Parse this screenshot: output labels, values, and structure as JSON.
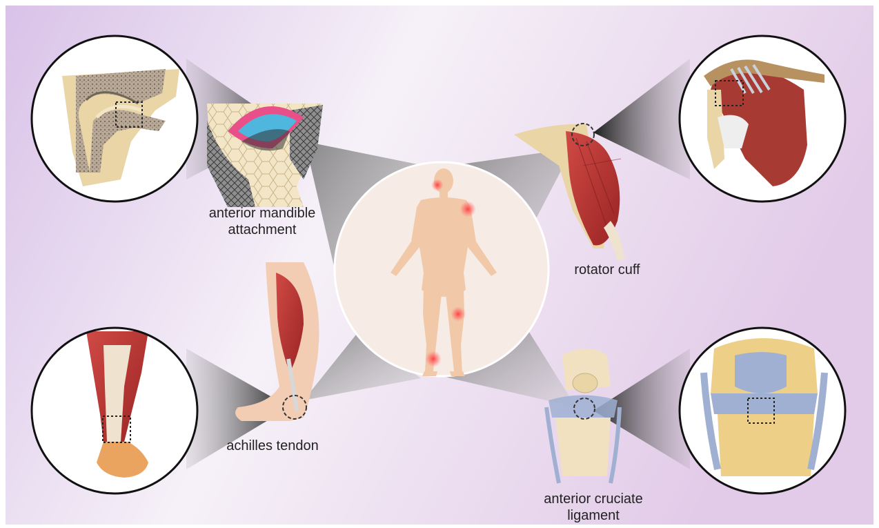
{
  "labels": {
    "tmj": {
      "line1": "anterior  mandible",
      "line2": "attachment"
    },
    "rotator": {
      "line1": "rotator cuff"
    },
    "achilles": {
      "line1": "achilles tendon"
    },
    "acl": {
      "line1": "anterior cruciate",
      "line2": "ligament"
    }
  },
  "colors": {
    "background_left": "#d9c2e8",
    "background_center": "#f6f1f8",
    "background_right": "#e2cbe8",
    "skin": "#f1c9a8",
    "muscle": "#b8322f",
    "tendon": "#efe3cf",
    "bone": "#e9d5a6",
    "cartilage": "#9fb0d2",
    "pain_marker": "#ff4d4d",
    "callout_cone": "#2e2e2e"
  },
  "icons": [
    "body-icon",
    "jaw-joint-icon",
    "shoulder-icon",
    "leg-icon",
    "knee-icon",
    "magnifier-circle-icon"
  ]
}
